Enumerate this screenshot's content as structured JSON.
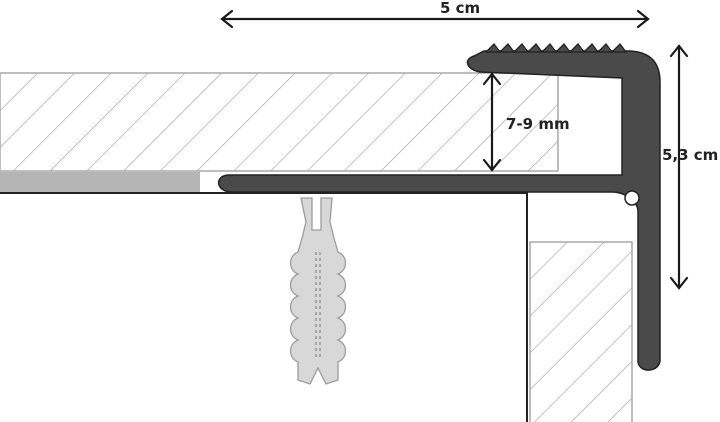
{
  "dimensions": {
    "width_label": "5 cm",
    "height_label": "5,3 cm",
    "thickness_label": "7-9 mm"
  },
  "colors": {
    "profile_fill": "#4a4a4a",
    "profile_stroke": "#222222",
    "hatch_line": "#9a9a9a",
    "dowel_fill": "#d8d8d8",
    "dowel_stroke": "#9c9c9c",
    "underlay_fill": "#b5b5b5",
    "arrow_stroke": "#1a1a1a"
  }
}
